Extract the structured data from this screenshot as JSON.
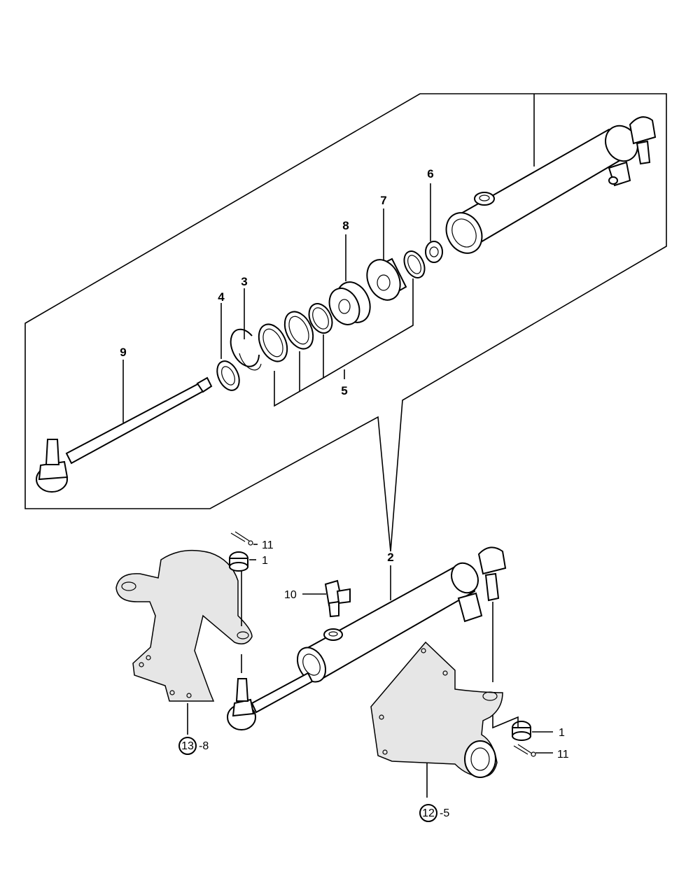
{
  "callouts": {
    "c1_top": "1",
    "c1_bottom": "1",
    "c2": "2",
    "c3": "3",
    "c4": "4",
    "c5": "5",
    "c6": "6",
    "c7": "7",
    "c8": "8",
    "c9": "9",
    "c10": "10",
    "c11_top": "11",
    "c11_bottom": "11",
    "ref13_num": "13",
    "ref13_suffix": "-8",
    "ref12_num": "12",
    "ref12_suffix": "-5"
  }
}
